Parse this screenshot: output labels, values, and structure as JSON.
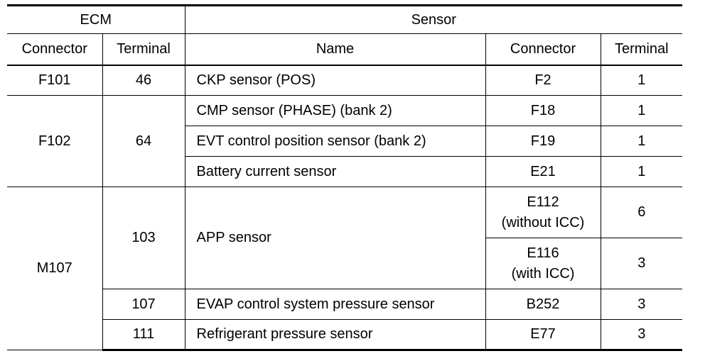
{
  "header": {
    "ecm": "ECM",
    "sensor": "Sensor",
    "connector": "Connector",
    "terminal": "Terminal",
    "name": "Name",
    "sensor_connector": "Connector",
    "sensor_terminal": "Terminal"
  },
  "rows": {
    "f101": {
      "ecm_connector": "F101",
      "ecm_terminal": "46",
      "name": "CKP sensor (POS)",
      "sensor_connector": "F2",
      "sensor_terminal": "1"
    },
    "f102": {
      "ecm_connector": "F102",
      "ecm_terminal": "64",
      "items": [
        {
          "name": "CMP sensor (PHASE) (bank 2)",
          "sensor_connector": "F18",
          "sensor_terminal": "1"
        },
        {
          "name": "EVT control position sensor (bank 2)",
          "sensor_connector": "F19",
          "sensor_terminal": "1"
        },
        {
          "name": "Battery current sensor",
          "sensor_connector": "E21",
          "sensor_terminal": "1"
        }
      ]
    },
    "m107": {
      "ecm_connector": "M107",
      "app": {
        "ecm_terminal": "103",
        "name": "APP sensor",
        "variants": [
          {
            "connector_line1": "E112",
            "connector_line2": "(without ICC)",
            "sensor_terminal": "6"
          },
          {
            "connector_line1": "E116",
            "connector_line2": "(with ICC)",
            "sensor_terminal": "3"
          }
        ]
      },
      "evap": {
        "ecm_terminal": "107",
        "name": "EVAP control system pressure sensor",
        "sensor_connector": "B252",
        "sensor_terminal": "3"
      },
      "refrigerant": {
        "ecm_terminal": "111",
        "name": "Refrigerant pressure sensor",
        "sensor_connector": "E77",
        "sensor_terminal": "3"
      }
    }
  }
}
